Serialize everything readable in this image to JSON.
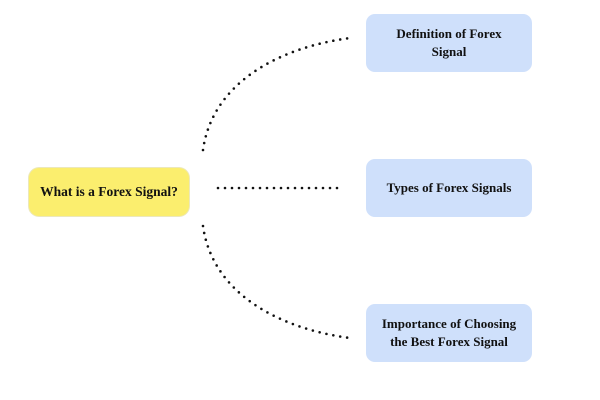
{
  "colors": {
    "root_fill": "#fbee6e",
    "branch_fill": "#cfe0fb",
    "connector": "#111111"
  },
  "connector_style": "dotted",
  "root": {
    "label": "What is a Forex Signal?"
  },
  "branches": [
    {
      "label": "Definition of Forex\nSignal"
    },
    {
      "label": "Types of Forex Signals"
    },
    {
      "label": "Importance of Choosing\nthe Best Forex Signal"
    }
  ]
}
